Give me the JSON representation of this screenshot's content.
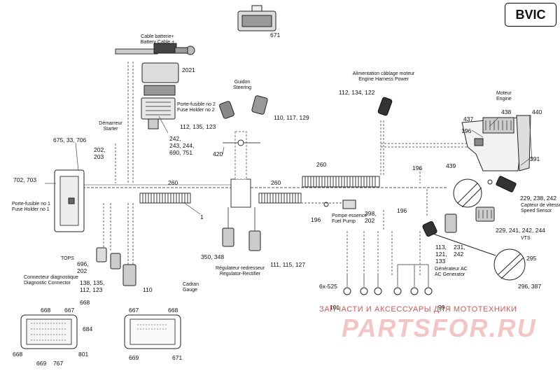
{
  "badge": "BVIC",
  "doc_id": "1350792",
  "watermark": {
    "line1": "ЗАПЧАСТИ И АКСЕССУАРЫ ДЛЯ МОТОТЕХНИКИ",
    "line2": "PARTSFOR.RU"
  },
  "labels": {
    "battery_cable": [
      "Cable batterie+",
      "Battery Cable +"
    ],
    "starter": [
      "Démarreur",
      "Starter"
    ],
    "fuse_holder_2": [
      "Porte-fusible no 2",
      "Fuse Holder no 2"
    ],
    "steering": [
      "Guidon",
      "Steering"
    ],
    "engine_harness": [
      "Alimentation câblage moteur",
      "Engine Harness Power"
    ],
    "engine": [
      "Moteur",
      "Engine"
    ],
    "fuse_holder_1": [
      "Porte-fusible no 1",
      "Fuse Holder no 1"
    ],
    "fuel_pump": [
      "Pompe essence",
      "Fuel Pump"
    ],
    "speed_sensor": [
      "Capteur de vitesse",
      "Speed Sensor"
    ],
    "tops": "TOPS",
    "diag_connector": [
      "Connecteur diagnostique",
      "Diagnostic Connector"
    ],
    "regulator": [
      "Régulateur-redresseur",
      "Regulator-Rectifier"
    ],
    "gauge": [
      "Cadran",
      "Gauge"
    ],
    "ac_generator": [
      "Générateur AC",
      "AC Generator"
    ],
    "vts": "VTS"
  },
  "callouts": {
    "c671_top": "671",
    "c2021": "2021",
    "c112_135_123": "112, 135, 123",
    "c110_117_129": "110, 117, 129",
    "c112_134_122": "112, 134, 122",
    "c675_33_706": "675, 33, 706",
    "c202_203": [
      "202,",
      "203"
    ],
    "c242_group": [
      "242,",
      "243, 244,",
      "690, 751"
    ],
    "c420": "420",
    "c437": "437",
    "c438": "438",
    "c440": "440",
    "c196_a": "196",
    "c439": "439",
    "c391": "391",
    "c702_703": "702, 703",
    "c260_a": "260",
    "c260_b": "260",
    "c260_c": "260",
    "c196_b": "196",
    "c196_c": "196",
    "c196_d": "196",
    "c1": "1",
    "c398_202": [
      "398,",
      "202"
    ],
    "c229_238_242": "229, 238, 242",
    "c229_241": "229, 241, 242, 244",
    "c231_242": [
      "231,",
      "242"
    ],
    "c113_121_133": [
      "113,",
      "121,",
      "133"
    ],
    "c295": "295",
    "c296_387": "296, 387",
    "c350_348": "350, 348",
    "c111_115_127": "111, 115, 127",
    "c696_202": [
      "696,",
      "202"
    ],
    "c138_group": [
      "138, 135,",
      "112, 123"
    ],
    "c110_b": "110",
    "c6x525": "6x-525",
    "c101": "101",
    "c99": "99",
    "d1": {
      "n668a": "668",
      "n667": "667",
      "n668b": "668",
      "n684": "684",
      "n668c": "668",
      "n669": "669",
      "n767": "767",
      "n801": "801"
    },
    "d2": {
      "n667": "667",
      "n668": "668",
      "n669": "669",
      "n671": "671"
    }
  }
}
